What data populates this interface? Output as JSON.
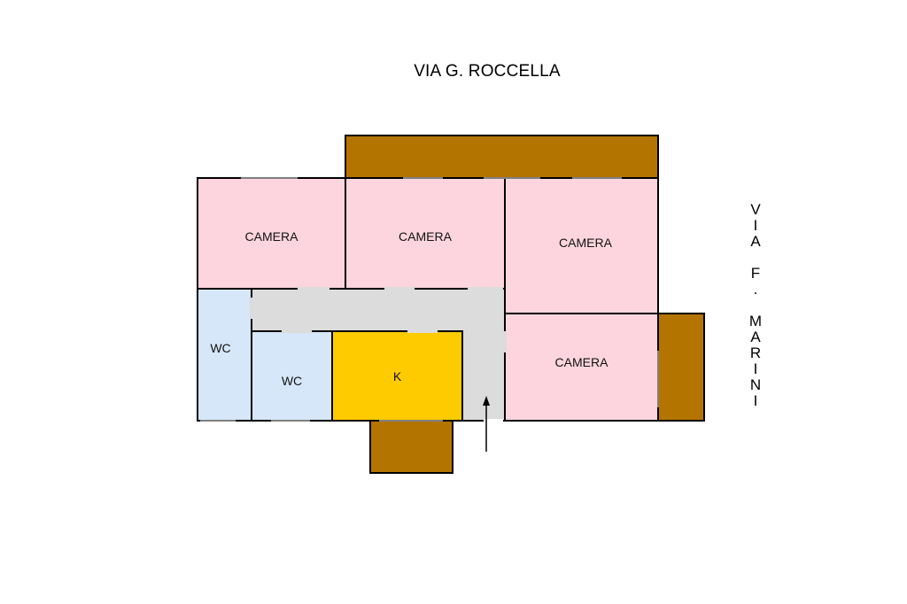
{
  "streets": {
    "top": "VIA G. ROCCELLA",
    "side": [
      "V",
      "I",
      "A",
      " ",
      "F",
      ".",
      "",
      "M",
      "A",
      "R",
      "I",
      "N",
      "I"
    ]
  },
  "rooms": {
    "camera_1": "CAMERA",
    "camera_2": "CAMERA",
    "camera_3": "CAMERA",
    "camera_4": "CAMERA",
    "wc_1": "WC",
    "wc_2": "WC",
    "kitchen": "K"
  },
  "colors": {
    "bedroom": "#fdd5de",
    "bathroom": "#d5e7f8",
    "kitchen": "#fdcb00",
    "balcony": "#b47400",
    "corridor": "#dcdcdc",
    "wall": "#000000"
  }
}
